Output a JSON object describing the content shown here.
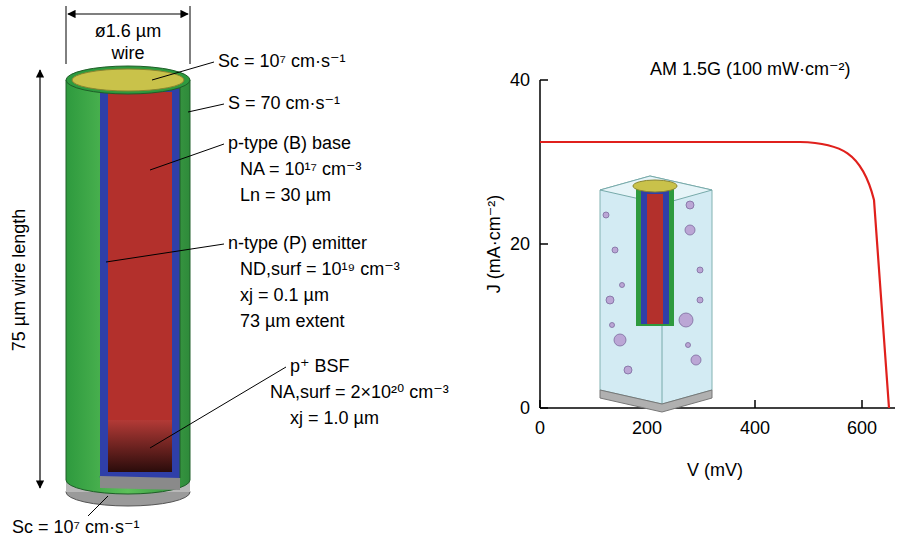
{
  "diagram": {
    "labels": [
      "ø1.6 µm wire",
      "Sc = 10⁷ cm·s⁻¹",
      "S = 70 cm·s⁻¹",
      "p-type (B) base",
      "NA = 10¹⁷ cm⁻³",
      "Ln = 30 µm",
      "n-type (P) emitter",
      "ND,surf = 10¹⁹ cm⁻³",
      "xj = 0.1 µm",
      "73 µm extent",
      "p⁺ BSF",
      "NA,surf = 2×10²⁰ cm⁻³",
      "xj = 1.0 µm",
      "75 µm wire length",
      "Sc = 10⁷ cm·s⁻¹",
      "40",
      "20",
      "0",
      "0",
      "200",
      "400",
      "600",
      "J (mA·cm⁻²)",
      "V (mV)",
      "AM 1.5G (100 mW·cm⁻²)"
    ]
  }
}
